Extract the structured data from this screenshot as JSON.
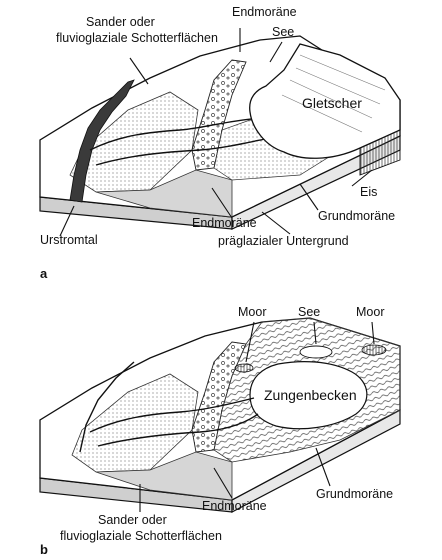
{
  "panel_a": {
    "letter": "a",
    "labels": {
      "sander_line1": "Sander oder",
      "sander_line2": "fluvioglaziale Schotterflächen",
      "endmoraene_top": "Endmoräne",
      "see": "See",
      "gletscher": "Gletscher",
      "eis": "Eis",
      "grundmoraene": "Grundmoräne",
      "endmoraene_bottom": "Endmoräne",
      "praeglazial": "präglazialer Untergrund",
      "urstromtal": "Urstromtal"
    }
  },
  "panel_b": {
    "letter": "b",
    "labels": {
      "moor_left": "Moor",
      "see": "See",
      "moor_right": "Moor",
      "zungenbecken": "Zungenbecken",
      "grundmoraene": "Grundmoräne",
      "endmoraene": "Endmoräne",
      "sander_line1": "Sander oder",
      "sander_line2": "fluvioglaziale Schotterflächen"
    }
  },
  "colors": {
    "ink": "#111111",
    "hatch_gray": "#9a9a9a",
    "sander_fill": "#e2e2e2",
    "urstromtal_fill": "#3a3a3a",
    "ground_fill": "#bdbdbd"
  }
}
